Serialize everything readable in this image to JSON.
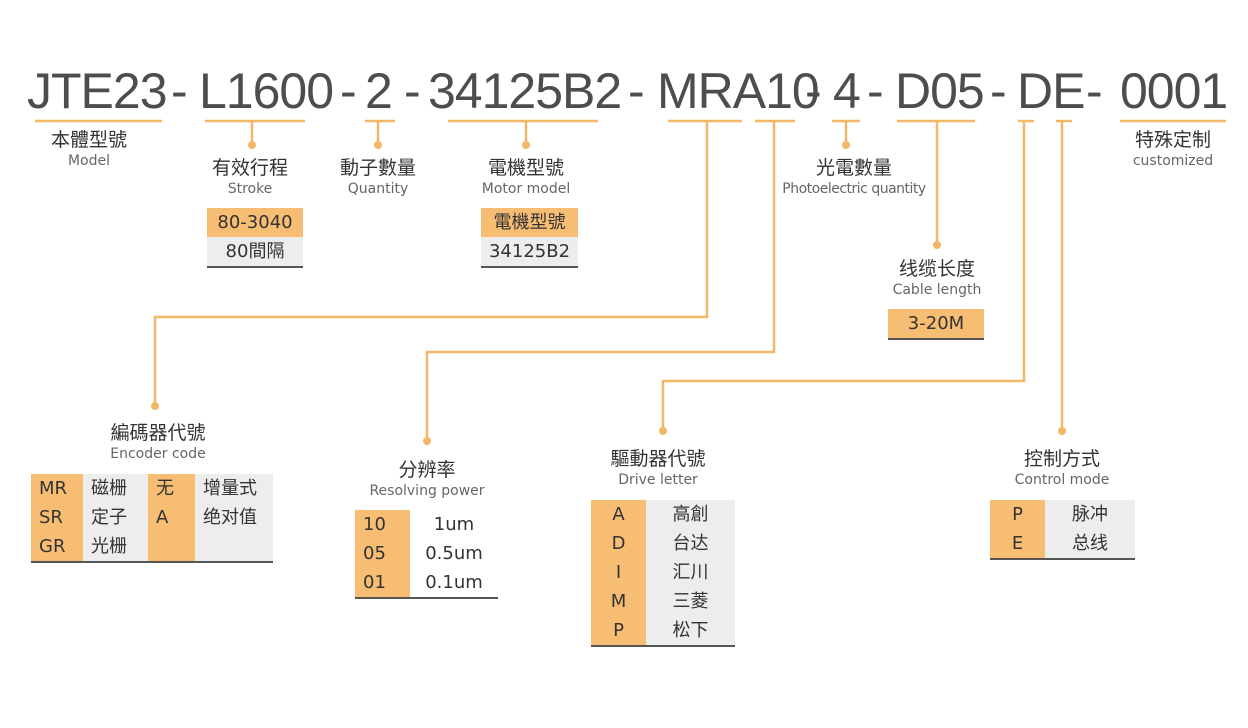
{
  "code": {
    "p1": "JTE23",
    "d1": "-",
    "p2": "L1600",
    "d2": "-",
    "p3": "2",
    "d3": "-",
    "p4": "34125B2",
    "d4": "-",
    "p5": "MRA10",
    "d5": "-",
    "p6": "4",
    "d6": "-",
    "p7": "D05",
    "d7": "-",
    "p8": "DE",
    "d8": "-",
    "p9": "0001"
  },
  "labels": {
    "model": {
      "cn": "本體型號",
      "en": "Model"
    },
    "stroke": {
      "cn": "有效行程",
      "en": "Stroke"
    },
    "quantity": {
      "cn": "動子數量",
      "en": "Quantity"
    },
    "motor_model": {
      "cn": "電機型號",
      "en": "Motor model"
    },
    "photo": {
      "cn": "光電數量",
      "en": "Photoelectric quantity"
    },
    "custom": {
      "cn": "特殊定制",
      "en": "customized"
    },
    "cable": {
      "cn": "线缆长度",
      "en": "Cable length"
    },
    "encoder": {
      "cn": "編碼器代號",
      "en": "Encoder code"
    },
    "resolving": {
      "cn": "分辨率",
      "en": "Resolving power"
    },
    "drive": {
      "cn": "驅動器代號",
      "en": "Drive letter"
    },
    "control": {
      "cn": "控制方式",
      "en": "Control mode"
    }
  },
  "stroke_table": [
    "80-3040",
    "80間隔"
  ],
  "motor_table": [
    "電機型號",
    "34125B2"
  ],
  "cable_table": [
    "3-20M"
  ],
  "encoder_table": [
    [
      "MR",
      "磁栅",
      "无",
      "增量式"
    ],
    [
      "SR",
      "定子",
      "A",
      "绝对值"
    ],
    [
      "GR",
      "光栅",
      "",
      ""
    ]
  ],
  "resolving_table": [
    [
      "10",
      "1um"
    ],
    [
      "05",
      "0.5um"
    ],
    [
      "01",
      "0.1um"
    ]
  ],
  "drive_table": [
    [
      "A",
      "高創"
    ],
    [
      "D",
      "台达"
    ],
    [
      "I",
      "汇川"
    ],
    [
      "M",
      "三菱"
    ],
    [
      "P",
      "松下"
    ]
  ],
  "control_table": [
    [
      "P",
      "脉冲"
    ],
    [
      "E",
      "总线"
    ]
  ],
  "colors": {
    "accent": "#f6bd73",
    "line": "#f3b867",
    "gray": "#ededed"
  }
}
